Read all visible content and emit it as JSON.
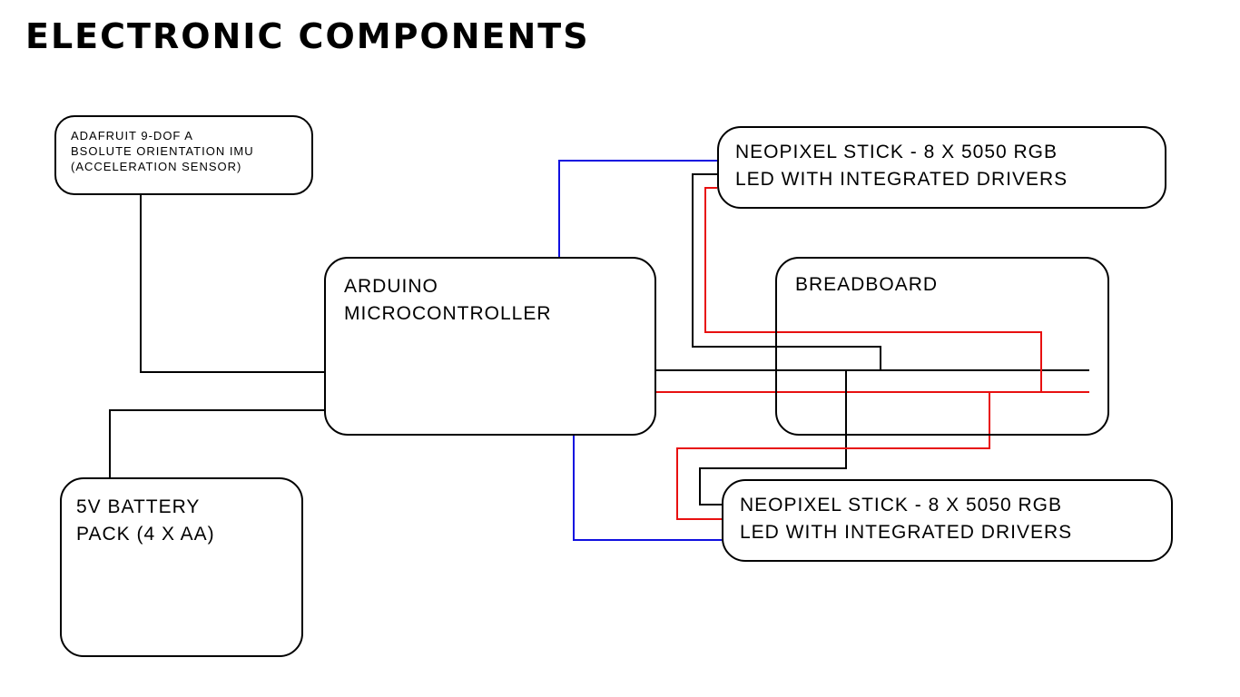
{
  "title": "ELECTRONIC COMPONENTS",
  "colors": {
    "wire_black": "#000000",
    "wire_red": "#e81010",
    "wire_blue": "#1010e0",
    "box_border": "#000000",
    "background": "#ffffff"
  },
  "components": {
    "imu": {
      "lines": [
        "ADAFRUIT 9-DOF A",
        "BSOLUTE ORIENTATION IMU",
        "(ACCELERATION SENSOR)"
      ]
    },
    "arduino": {
      "lines": [
        "ARDUINO",
        "MICROCONTROLLER"
      ]
    },
    "breadboard": {
      "lines": [
        "BREADBOARD"
      ]
    },
    "neopixel_top": {
      "lines": [
        "NEOPIXEL STICK - 8 X 5050 RGB",
        "LED WITH INTEGRATED DRIVERS"
      ]
    },
    "neopixel_bottom": {
      "lines": [
        "NEOPIXEL STICK - 8 X 5050 RGB",
        "LED WITH INTEGRATED DRIVERS"
      ]
    },
    "battery": {
      "lines": [
        "5V BATTERY",
        "PACK (4 X AA)"
      ]
    }
  },
  "connections": [
    {
      "from": "imu",
      "to": "arduino",
      "color": "wire_black"
    },
    {
      "from": "battery",
      "to": "arduino",
      "color": "wire_black"
    },
    {
      "from": "arduino",
      "to": "neopixel_top",
      "color": "wire_blue"
    },
    {
      "from": "arduino",
      "to": "neopixel_bottom",
      "color": "wire_blue"
    },
    {
      "from": "arduino",
      "to": "breadboard",
      "color": "wire_black"
    },
    {
      "from": "arduino",
      "to": "breadboard",
      "color": "wire_red"
    },
    {
      "from": "neopixel_top",
      "to": "breadboard",
      "color": "wire_black"
    },
    {
      "from": "neopixel_top",
      "to": "breadboard",
      "color": "wire_red"
    },
    {
      "from": "neopixel_bottom",
      "to": "breadboard",
      "color": "wire_black"
    },
    {
      "from": "neopixel_bottom",
      "to": "breadboard",
      "color": "wire_red"
    }
  ]
}
